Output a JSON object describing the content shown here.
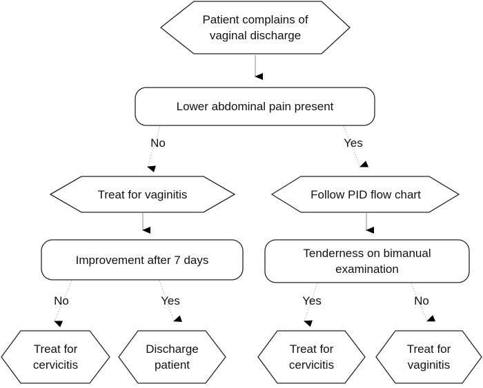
{
  "nodes": {
    "start": "Patient complains of\nvaginal discharge",
    "abdominal_pain": "Lower abdominal pain present",
    "treat_vaginitis": "Treat for vaginitis",
    "follow_pid": "Follow PID flow chart",
    "improvement": "Improvement after 7 days",
    "tenderness": "Tenderness on bimanual\nexamination",
    "treat_cervicitis_1": "Treat for\ncervicitis",
    "discharge_patient": "Discharge\npatient",
    "treat_cervicitis_2": "Treat for\ncervicitis",
    "treat_vaginitis_2": "Treat for\nvaginitis"
  },
  "edge_labels": {
    "pain_no": "No",
    "pain_yes": "Yes",
    "improve_no": "No",
    "improve_yes": "Yes",
    "tender_yes": "Yes",
    "tender_no": "No"
  }
}
